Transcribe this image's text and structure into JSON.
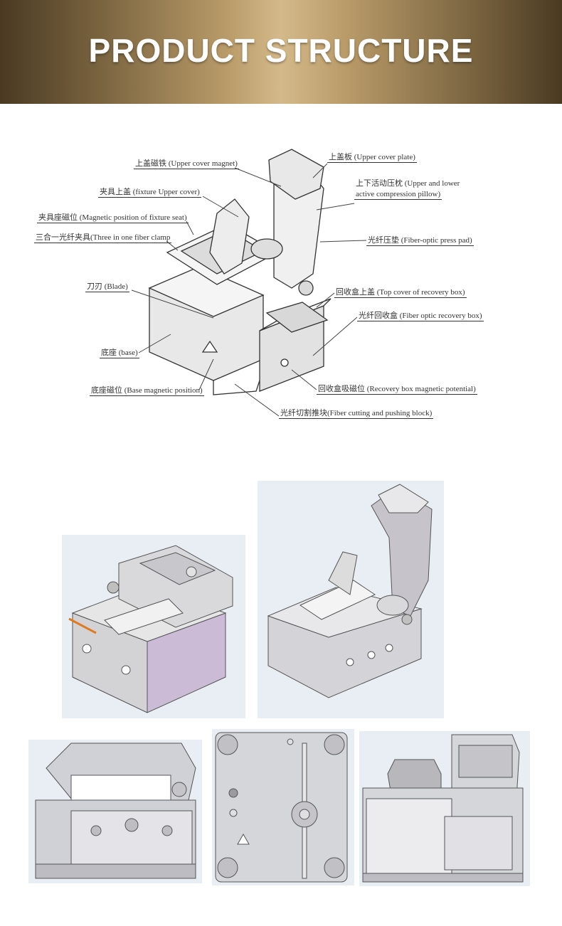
{
  "banner": {
    "title": "PRODUCT STRUCTURE"
  },
  "labels": {
    "upper_cover_magnet": "上盖磁铁 (Upper cover magnet)",
    "fixture_upper_cover": "夹具上盖 (fixture Upper cover)",
    "magnetic_position_fixture_seat": "夹具座磁位 (Magnetic position of fixture seat)",
    "three_in_one_clamp": "三合一光纤夹具(Three in one fiber clamp",
    "blade": "刀刃 (Blade)",
    "base": "底座 (base)",
    "base_magnetic_position": "底座磁位 (Base magnetic position)",
    "upper_cover_plate": "上盖板 (Upper cover plate)",
    "compression_pillow_line1": "上下活动压枕 (Upper and lower",
    "compression_pillow_line2": "active compression pillow)",
    "fiber_optic_press_pad": "光纤压垫 (Fiber-optic press pad)",
    "top_cover_recovery_box": "回收盒上盖 (Top cover of recovery box)",
    "fiber_optic_recovery_box": "光纤回收盒 (Fiber optic recovery box)",
    "recovery_box_magnetic": "回收盒吸磁位 (Recovery box magnetic potential)",
    "fiber_cutting_pushing_block": "光纤切割推块(Fiber cutting and pushing block)"
  },
  "colors": {
    "banner_gold": "#b89a68",
    "render_bg": "#e9edf4",
    "model_gray": "#cfd1d6",
    "model_purple": "#c9b8d3"
  }
}
